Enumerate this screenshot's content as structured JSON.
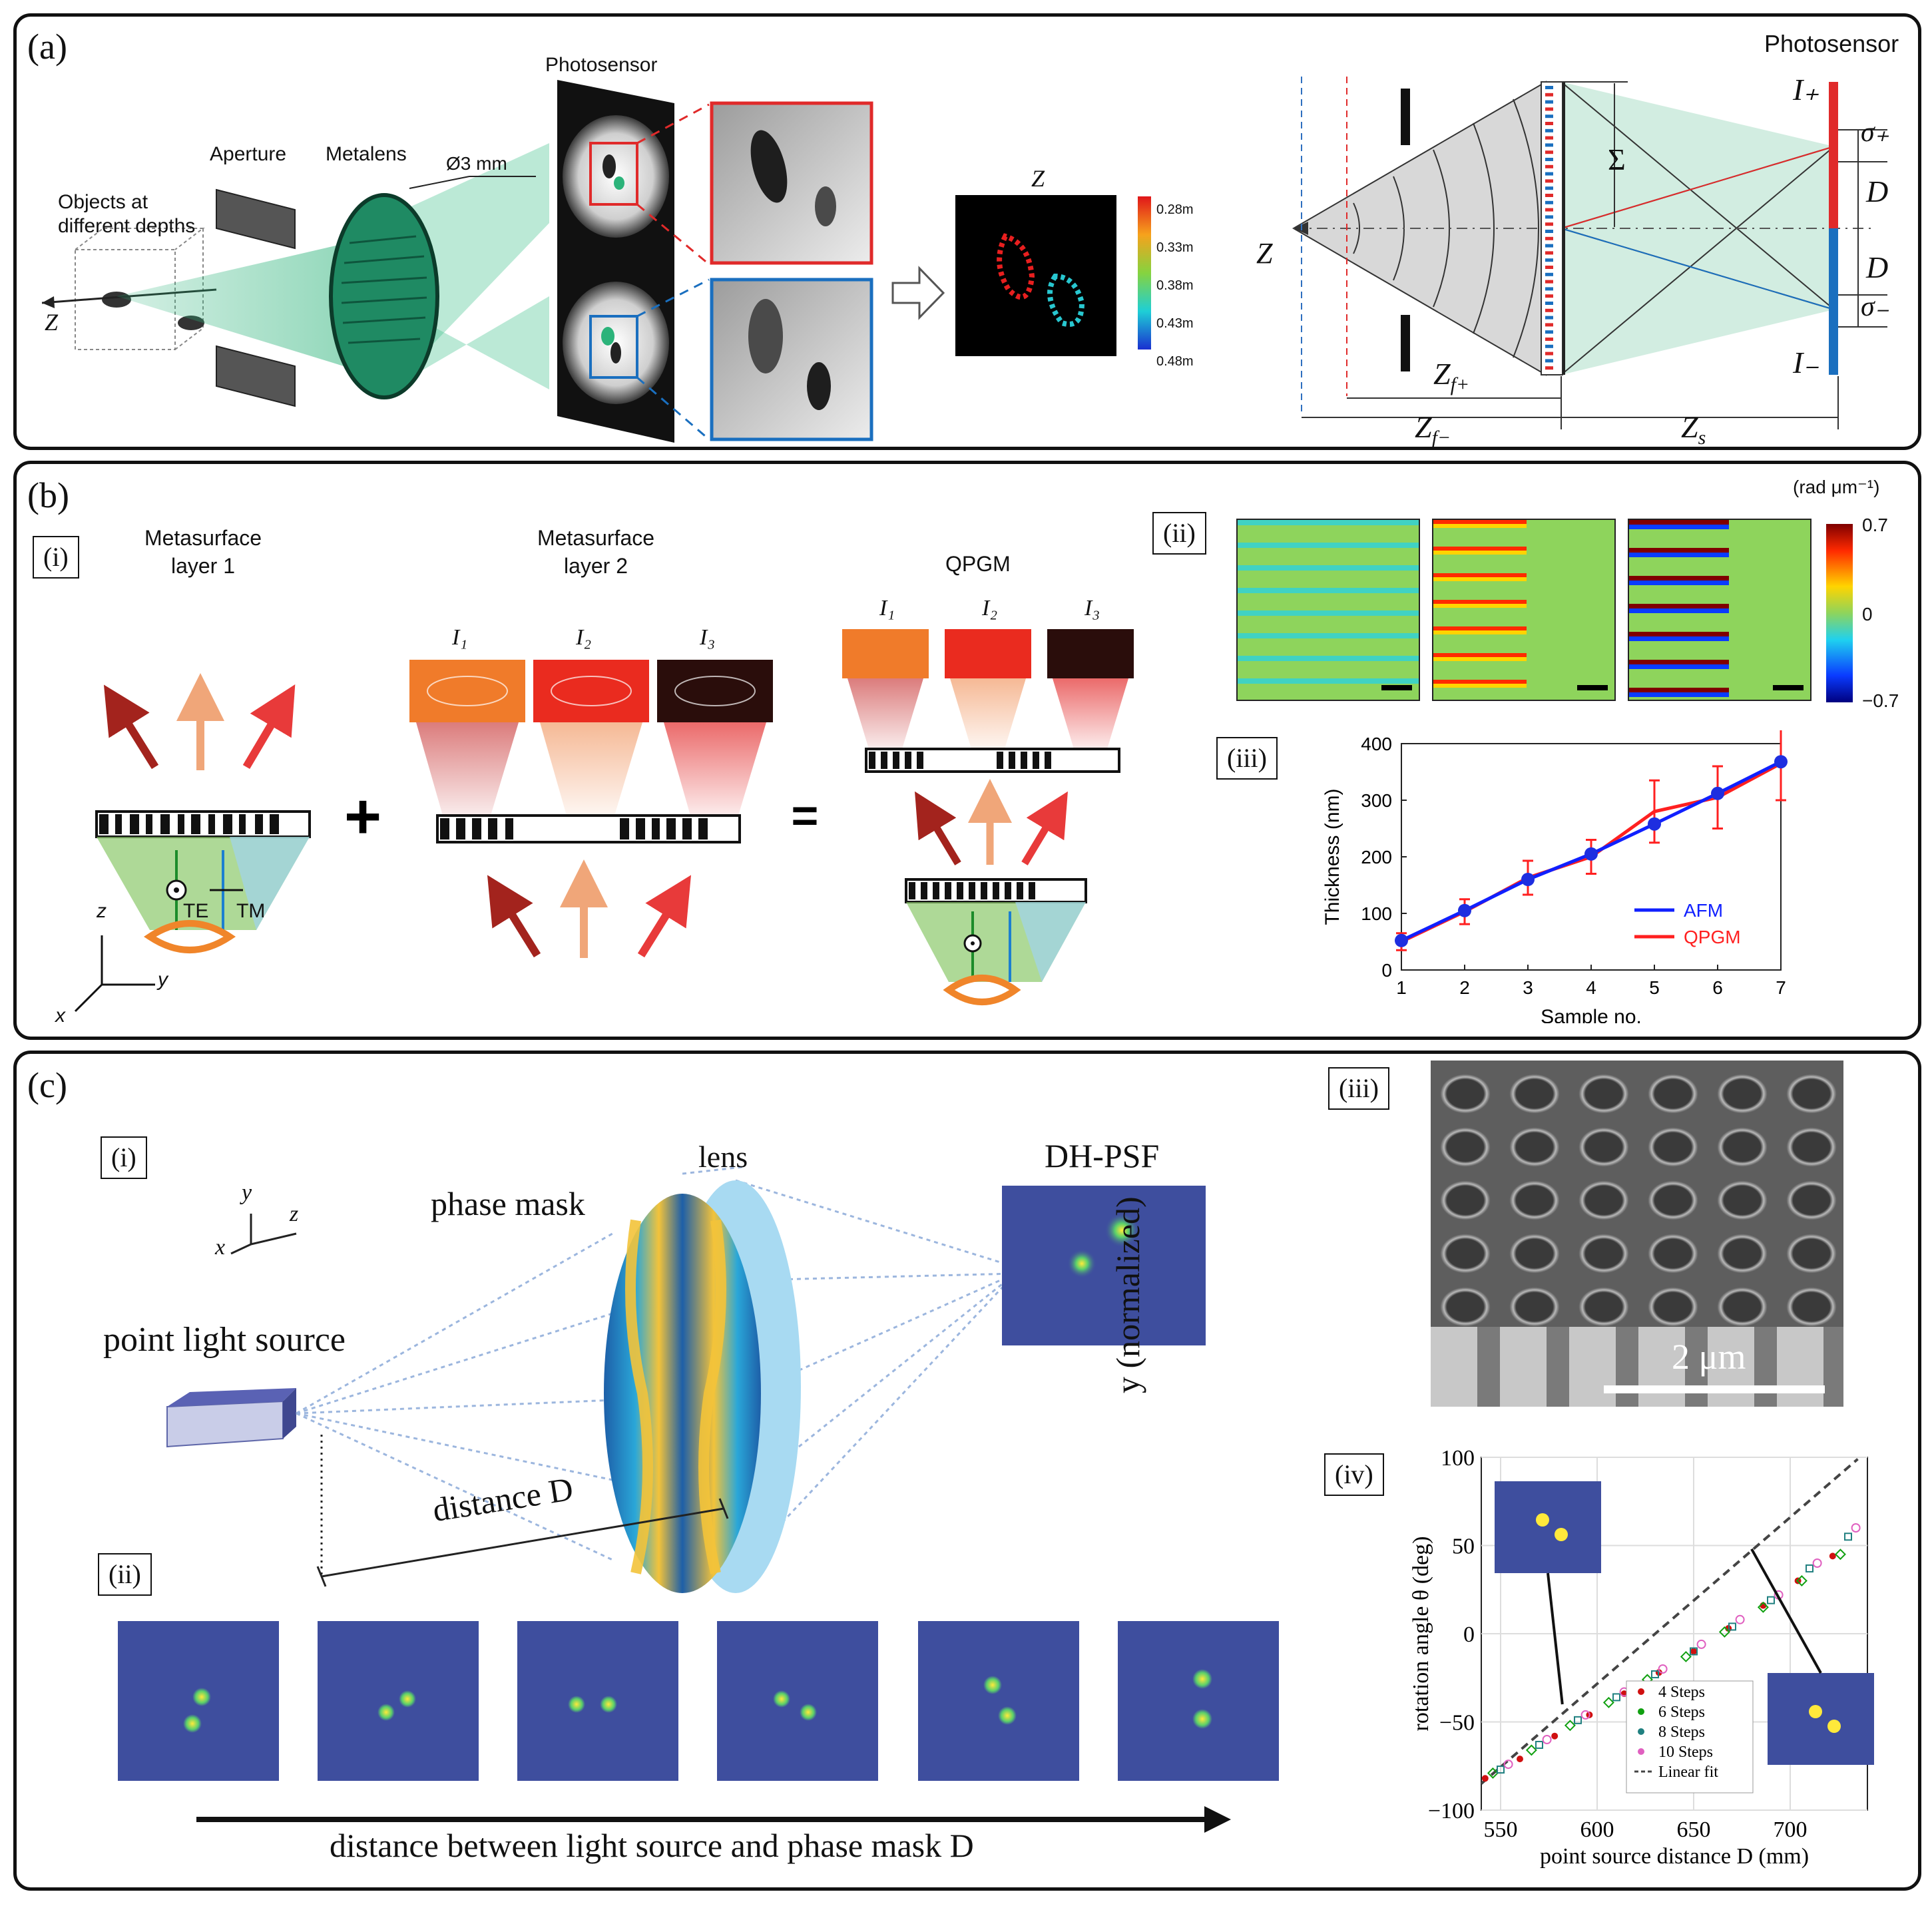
{
  "panel_a": {
    "tag": "(a)",
    "labels": {
      "objects": "Objects at",
      "objects2": "different depths",
      "aperture": "Aperture",
      "metalens": "Metalens",
      "diameter": "Ø3 mm",
      "photosensor": "Photosensor",
      "z_axis": "Z",
      "depth_z": "Z"
    },
    "depth_colorbar": [
      "0.28m",
      "0.33m",
      "0.38m",
      "0.43m",
      "0.48m"
    ],
    "schematic": {
      "photosensor": "Photosensor",
      "z": "Z",
      "i_plus": "I₊",
      "i_minus": "I₋",
      "sigma_plus": "σ₊",
      "sigma_minus": "σ₋",
      "d_top": "D",
      "d_bottom": "D",
      "sigma": "Σ",
      "zf_plus": "Z",
      "zf_plus_sub": "f+",
      "zf_minus": "Z",
      "zf_minus_sub": "f−",
      "zs": "Z",
      "zs_sub": "s"
    }
  },
  "panel_b": {
    "tag": "(b)",
    "sub_i": "(i)",
    "sub_ii": "(ii)",
    "sub_iii": "(iii)",
    "layer1": "Metasurface",
    "layer1b": "layer 1",
    "layer2": "Metasurface",
    "layer2b": "layer 2",
    "qpgm": "QPGM",
    "intensities": [
      "I₁",
      "I₂",
      "I₃"
    ],
    "plus": "+",
    "equals": "=",
    "te": "TE",
    "tm": "TM",
    "axis_z": "z",
    "axis_y": "y",
    "axis_x": "x",
    "colorbar_unit": "(rad μm⁻¹)",
    "colorbar_ticks": [
      "0.7",
      "0",
      "−0.7"
    ]
  },
  "panel_c": {
    "tag": "(c)",
    "sub_i": "(i)",
    "sub_ii": "(ii)",
    "sub_iii": "(iii)",
    "sub_iv": "(iv)",
    "lens": "lens",
    "phase_mask": "phase mask",
    "dh_psf": "DH-PSF",
    "point_source": "point light source",
    "distance": "distance D",
    "y_normalized": "y (normalized)",
    "axis_y": "y",
    "axis_x": "x",
    "axis_z": "z",
    "arrow_caption": "distance between light source and phase mask D",
    "scale_bar": "2 μm"
  },
  "chart_data": [
    {
      "type": "line",
      "xlabel": "Sample no.",
      "ylabel": "Thickness (nm)",
      "xlim": [
        1,
        7
      ],
      "ylim": [
        0,
        400
      ],
      "x": [
        1,
        2,
        3,
        4,
        5,
        6,
        7
      ],
      "xticks": [
        "1",
        "2",
        "3",
        "4",
        "5",
        "6",
        "7"
      ],
      "yticks": [
        "0",
        "100",
        "200",
        "300",
        "400"
      ],
      "series": [
        {
          "name": "AFM",
          "color": "#1020ff",
          "values": [
            52,
            105,
            160,
            205,
            258,
            312,
            368
          ]
        },
        {
          "name": "QPGM",
          "color": "#ff2020",
          "values": [
            50,
            103,
            163,
            200,
            280,
            305,
            365
          ],
          "error": [
            15,
            22,
            30,
            30,
            55,
            55,
            65
          ]
        }
      ],
      "legend": "bottom-right"
    },
    {
      "type": "scatter",
      "xlabel": "point source distance D (mm)",
      "ylabel": "rotation angle θ (deg)",
      "xlim": [
        540,
        740
      ],
      "ylim": [
        -100,
        100
      ],
      "xticks": [
        "550",
        "600",
        "650",
        "700"
      ],
      "yticks": [
        "−100",
        "−50",
        "0",
        "50",
        "100"
      ],
      "grid": true,
      "legend": "bottom-right",
      "series": [
        {
          "name": "4  Steps",
          "color": "#d01010",
          "x": [
            542,
            560,
            578,
            596,
            614,
            632,
            650,
            668,
            686,
            704,
            722
          ],
          "values": [
            -82,
            -71,
            -58,
            -46,
            -34,
            -22,
            -10,
            3,
            16,
            30,
            44
          ]
        },
        {
          "name": "6  Steps",
          "color": "#10a010",
          "x": [
            546,
            566,
            586,
            606,
            626,
            646,
            666,
            686,
            706,
            726
          ],
          "values": [
            -79,
            -66,
            -52,
            -39,
            -26,
            -13,
            1,
            15,
            30,
            45
          ]
        },
        {
          "name": "8  Steps",
          "color": "#208080",
          "x": [
            550,
            570,
            590,
            610,
            630,
            650,
            670,
            690,
            710,
            730
          ],
          "values": [
            -77,
            -63,
            -49,
            -36,
            -23,
            -10,
            4,
            19,
            37,
            55
          ]
        },
        {
          "name": "10 Steps",
          "color": "#e060c0",
          "x": [
            554,
            574,
            594,
            614,
            634,
            654,
            674,
            694,
            714,
            734
          ],
          "values": [
            -74,
            -60,
            -46,
            -33,
            -20,
            -6,
            8,
            22,
            40,
            60
          ]
        }
      ],
      "fit": {
        "name": "Linear fit",
        "x": [
          540,
          735
        ],
        "values": [
          -85,
          99
        ]
      }
    }
  ]
}
